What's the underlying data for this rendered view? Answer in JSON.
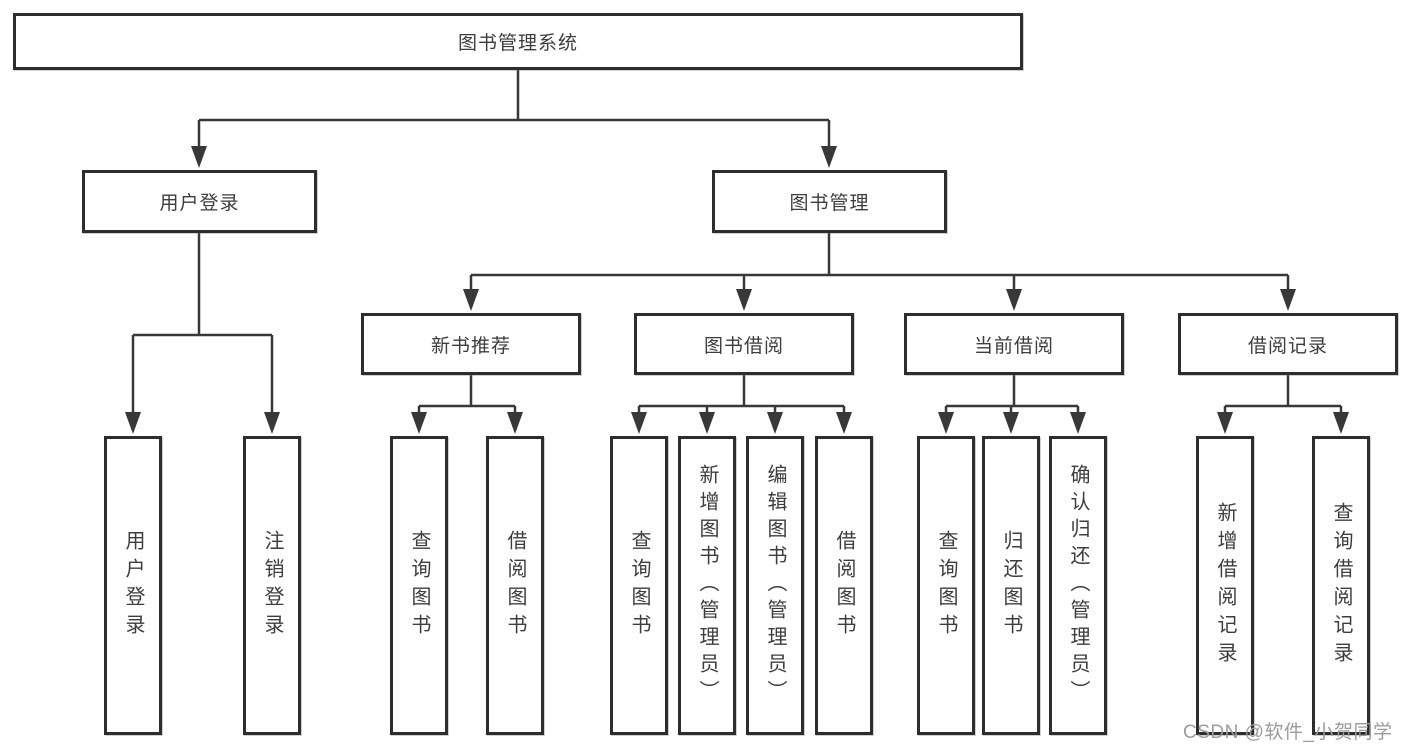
{
  "diagram": {
    "type": "tree",
    "root": {
      "label": "图书管理系统"
    },
    "level2": [
      {
        "label": "用户登录"
      },
      {
        "label": "图书管理"
      }
    ],
    "level3": [
      {
        "label": "新书推荐"
      },
      {
        "label": "图书借阅"
      },
      {
        "label": "当前借阅"
      },
      {
        "label": "借阅记录"
      }
    ],
    "leaf_groups": [
      {
        "parent": "用户登录",
        "items": [
          "用户登录",
          "注销登录"
        ]
      },
      {
        "parent": "新书推荐",
        "items": [
          "查询图书",
          "借阅图书"
        ]
      },
      {
        "parent": "图书借阅",
        "items": [
          "查询图书",
          "新增图书（管理员）",
          "编辑图书（管理员）",
          "借阅图书"
        ]
      },
      {
        "parent": "当前借阅",
        "items": [
          "查询图书",
          "归还图书",
          "确认归还（管理员）"
        ]
      },
      {
        "parent": "借阅记录",
        "items": [
          "新增借阅记录",
          "查询借阅记录"
        ]
      }
    ],
    "colors": {
      "line": "#383838",
      "border": "#2d2d2d",
      "text": "#3d3d3d",
      "background": "#ffffff"
    }
  },
  "watermark": {
    "text": "CSDN @软件_小贺同学",
    "color": "#9c9c9c"
  }
}
